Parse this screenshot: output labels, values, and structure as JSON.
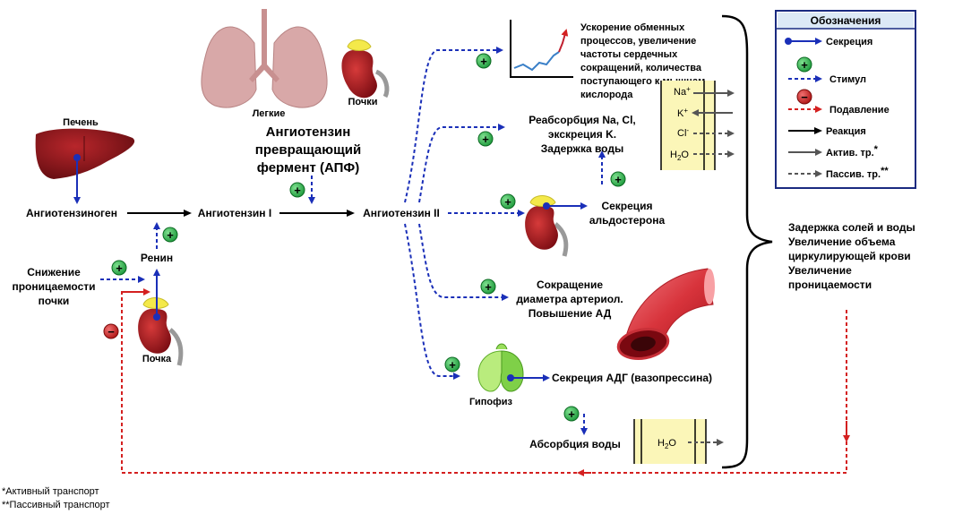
{
  "organs": {
    "liver": "Печень",
    "lungs": "Легкие",
    "kidneys": "Почки",
    "kidney": "Почка",
    "pituitary": "Гипофиз"
  },
  "nodes": {
    "angiotensinogen": "Ангиотензиноген",
    "angiotensin1": "Ангиотензин I",
    "angiotensin2": "Ангиотензин II",
    "renin": "Ренин",
    "ace": [
      "Ангиотензин",
      "превращающий",
      "фермент (АПФ)"
    ],
    "decrease": [
      "Снижение",
      "проницаемости",
      "почки"
    ]
  },
  "effects": {
    "metabolism": [
      "Ускорение обменных",
      "процессов, увеличение",
      "частоты сердечных",
      "сокращений, количества",
      "поступающего к мышцам",
      "кислорода"
    ],
    "reabsorption": [
      "Реабсорбция Na, Cl,",
      "экскреция K.",
      "Задержка воды"
    ],
    "aldosterone": [
      "Секреция",
      "альдостерона"
    ],
    "arteriole": [
      "Сокращение",
      "диаметра артериол.",
      "Повышение АД"
    ],
    "adh": "Секреция АДГ (вазопрессина)",
    "water_absorption": "Абсорбция воды"
  },
  "ions": {
    "na": "Na",
    "na_sup": "+",
    "k": "K",
    "k_sup": "+",
    "cl": "Cl",
    "cl_sup": "-",
    "h2o_h": "H",
    "h2o_2": "2",
    "h2o_o": "O"
  },
  "summary": [
    "Задержка солей и воды",
    "Увеличение объема",
    "циркулирующей крови",
    "Увеличение",
    "проницаемости"
  ],
  "legend": {
    "title": "Обозначения",
    "items": [
      {
        "label": "Секреция"
      },
      {
        "label": "Стимул"
      },
      {
        "label": "Подавление"
      },
      {
        "label": "Реакция"
      },
      {
        "label": "Актив. тр.",
        "sup": "*"
      },
      {
        "label": "Пассив. тр.",
        "sup": "**"
      }
    ]
  },
  "footnotes": [
    "*Активный транспорт",
    "**Пассивный транспорт"
  ],
  "symbols": {
    "plus": "+",
    "minus": "−"
  },
  "colors": {
    "blue": "#1a2fb8",
    "red": "#d42020",
    "green": "#2bb24c",
    "kidney": "#a3141c",
    "adrenal": "#f4e94a",
    "legend_title_bg": "#dce9f6",
    "membrane": "#fbf6b8"
  }
}
